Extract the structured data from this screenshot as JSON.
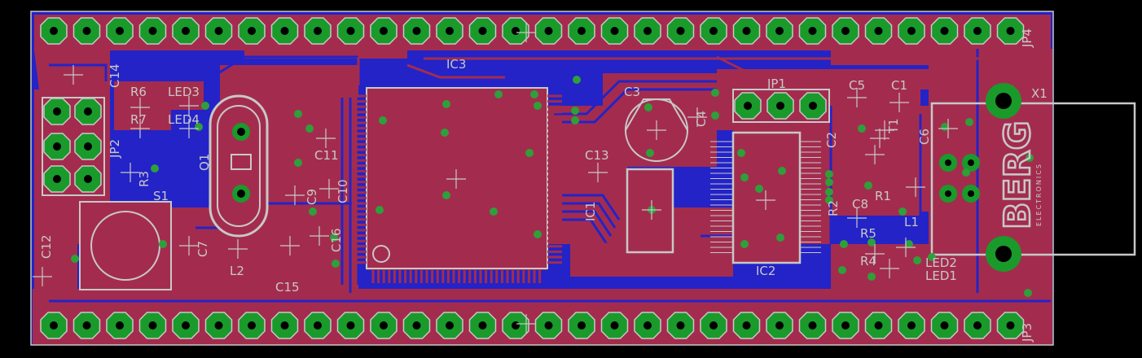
{
  "board": {
    "colors": {
      "background": "#000000",
      "copper_top": "#a32c4e",
      "copper_bottom": "#2323c8",
      "pad": "#1a9a2a",
      "via": "#2f9f3a",
      "silkscreen": "#c8c8c8",
      "outline": "#c8c8c8"
    },
    "labels": {
      "ic3": "IC3",
      "ic1": "IC1",
      "ic2": "IC2",
      "jp1": "JP1",
      "jp2": "JP2",
      "jp3": "JP3",
      "jp4": "JP4",
      "x1": "X1",
      "q1": "Q1",
      "s1": "S1",
      "l1": "L1",
      "l2": "L2",
      "c1": "C1",
      "c2": "C2",
      "c3": "C3",
      "c4": "C4",
      "c5": "C5",
      "c6": "C6",
      "c7": "C7",
      "c8": "C8",
      "c9": "C9",
      "c10": "C10",
      "c11": "C11",
      "c12": "C12",
      "c13": "C13",
      "c14": "C14",
      "c15": "C15",
      "c16": "C16",
      "r1": "R1",
      "r2": "R2",
      "r3": "R3",
      "r4": "R4",
      "r5": "R5",
      "r6": "R6",
      "r7": "R7",
      "led1": "LED1",
      "led2": "LED2",
      "led3": "LED3",
      "led4": "LED4",
      "t1": "T1",
      "logo": "BERG",
      "logo_sub": "ELECTRONICS"
    },
    "jp4_pin_count": 30,
    "jp3_pin_count": 30
  }
}
